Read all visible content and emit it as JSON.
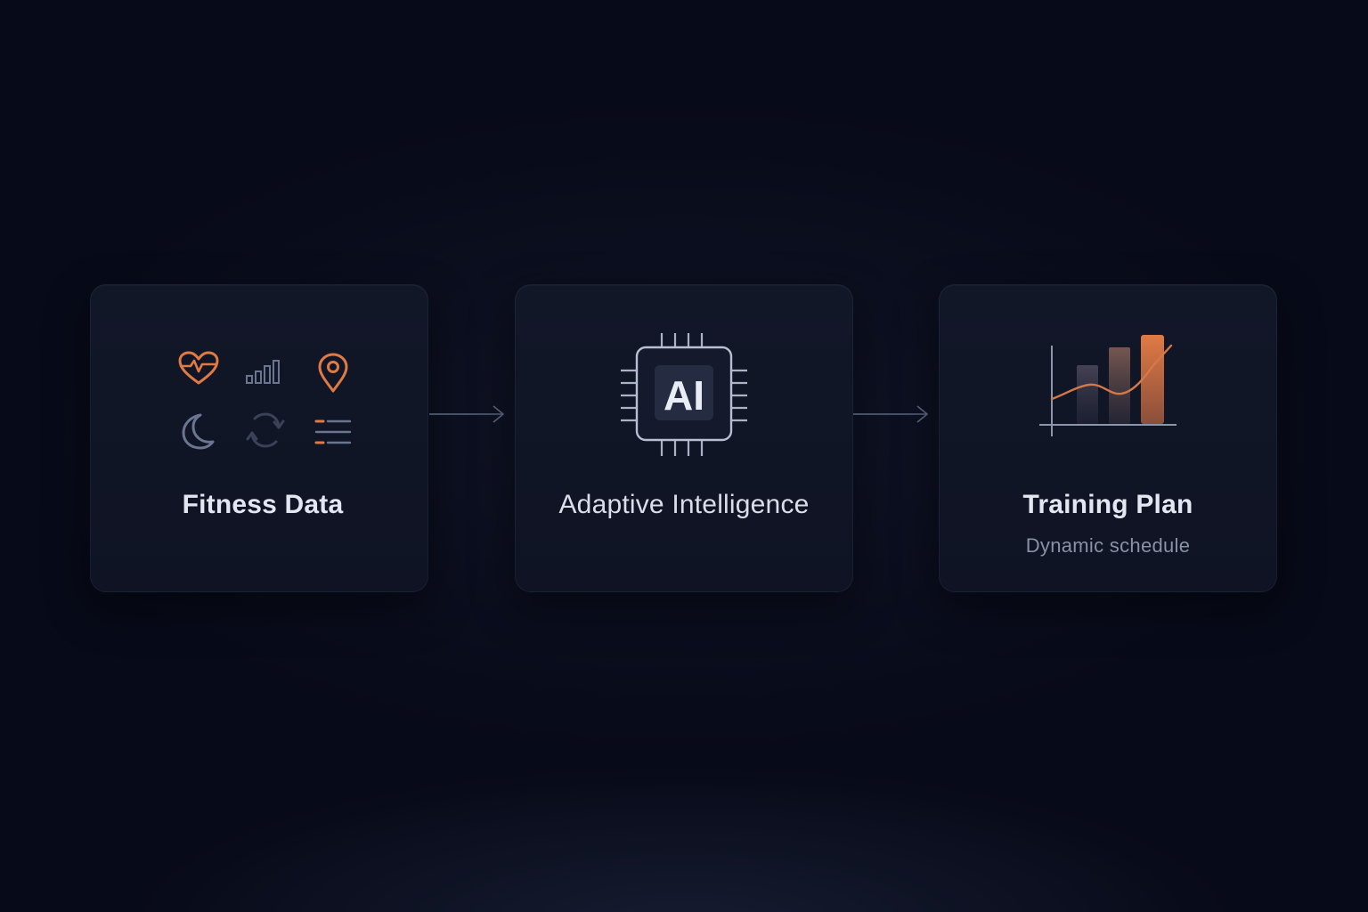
{
  "flow": {
    "steps": [
      {
        "title": "Fitness Data",
        "subtitle": ""
      },
      {
        "title": "Adaptive Intelligence",
        "subtitle": "",
        "chip_label": "AI"
      },
      {
        "title": "Training Plan",
        "subtitle": "Dynamic schedule"
      }
    ]
  },
  "icons": [
    "heart-rate-icon",
    "signal-bars-icon",
    "location-pin-icon",
    "moon-icon",
    "sync-icon",
    "list-icon",
    "ai-chip-icon",
    "bar-line-chart-icon",
    "arrow-right-icon"
  ],
  "colors": {
    "accent": "#e07a45",
    "muted_icon": "#6b7590",
    "background": "#070a18",
    "card": "#111626"
  }
}
